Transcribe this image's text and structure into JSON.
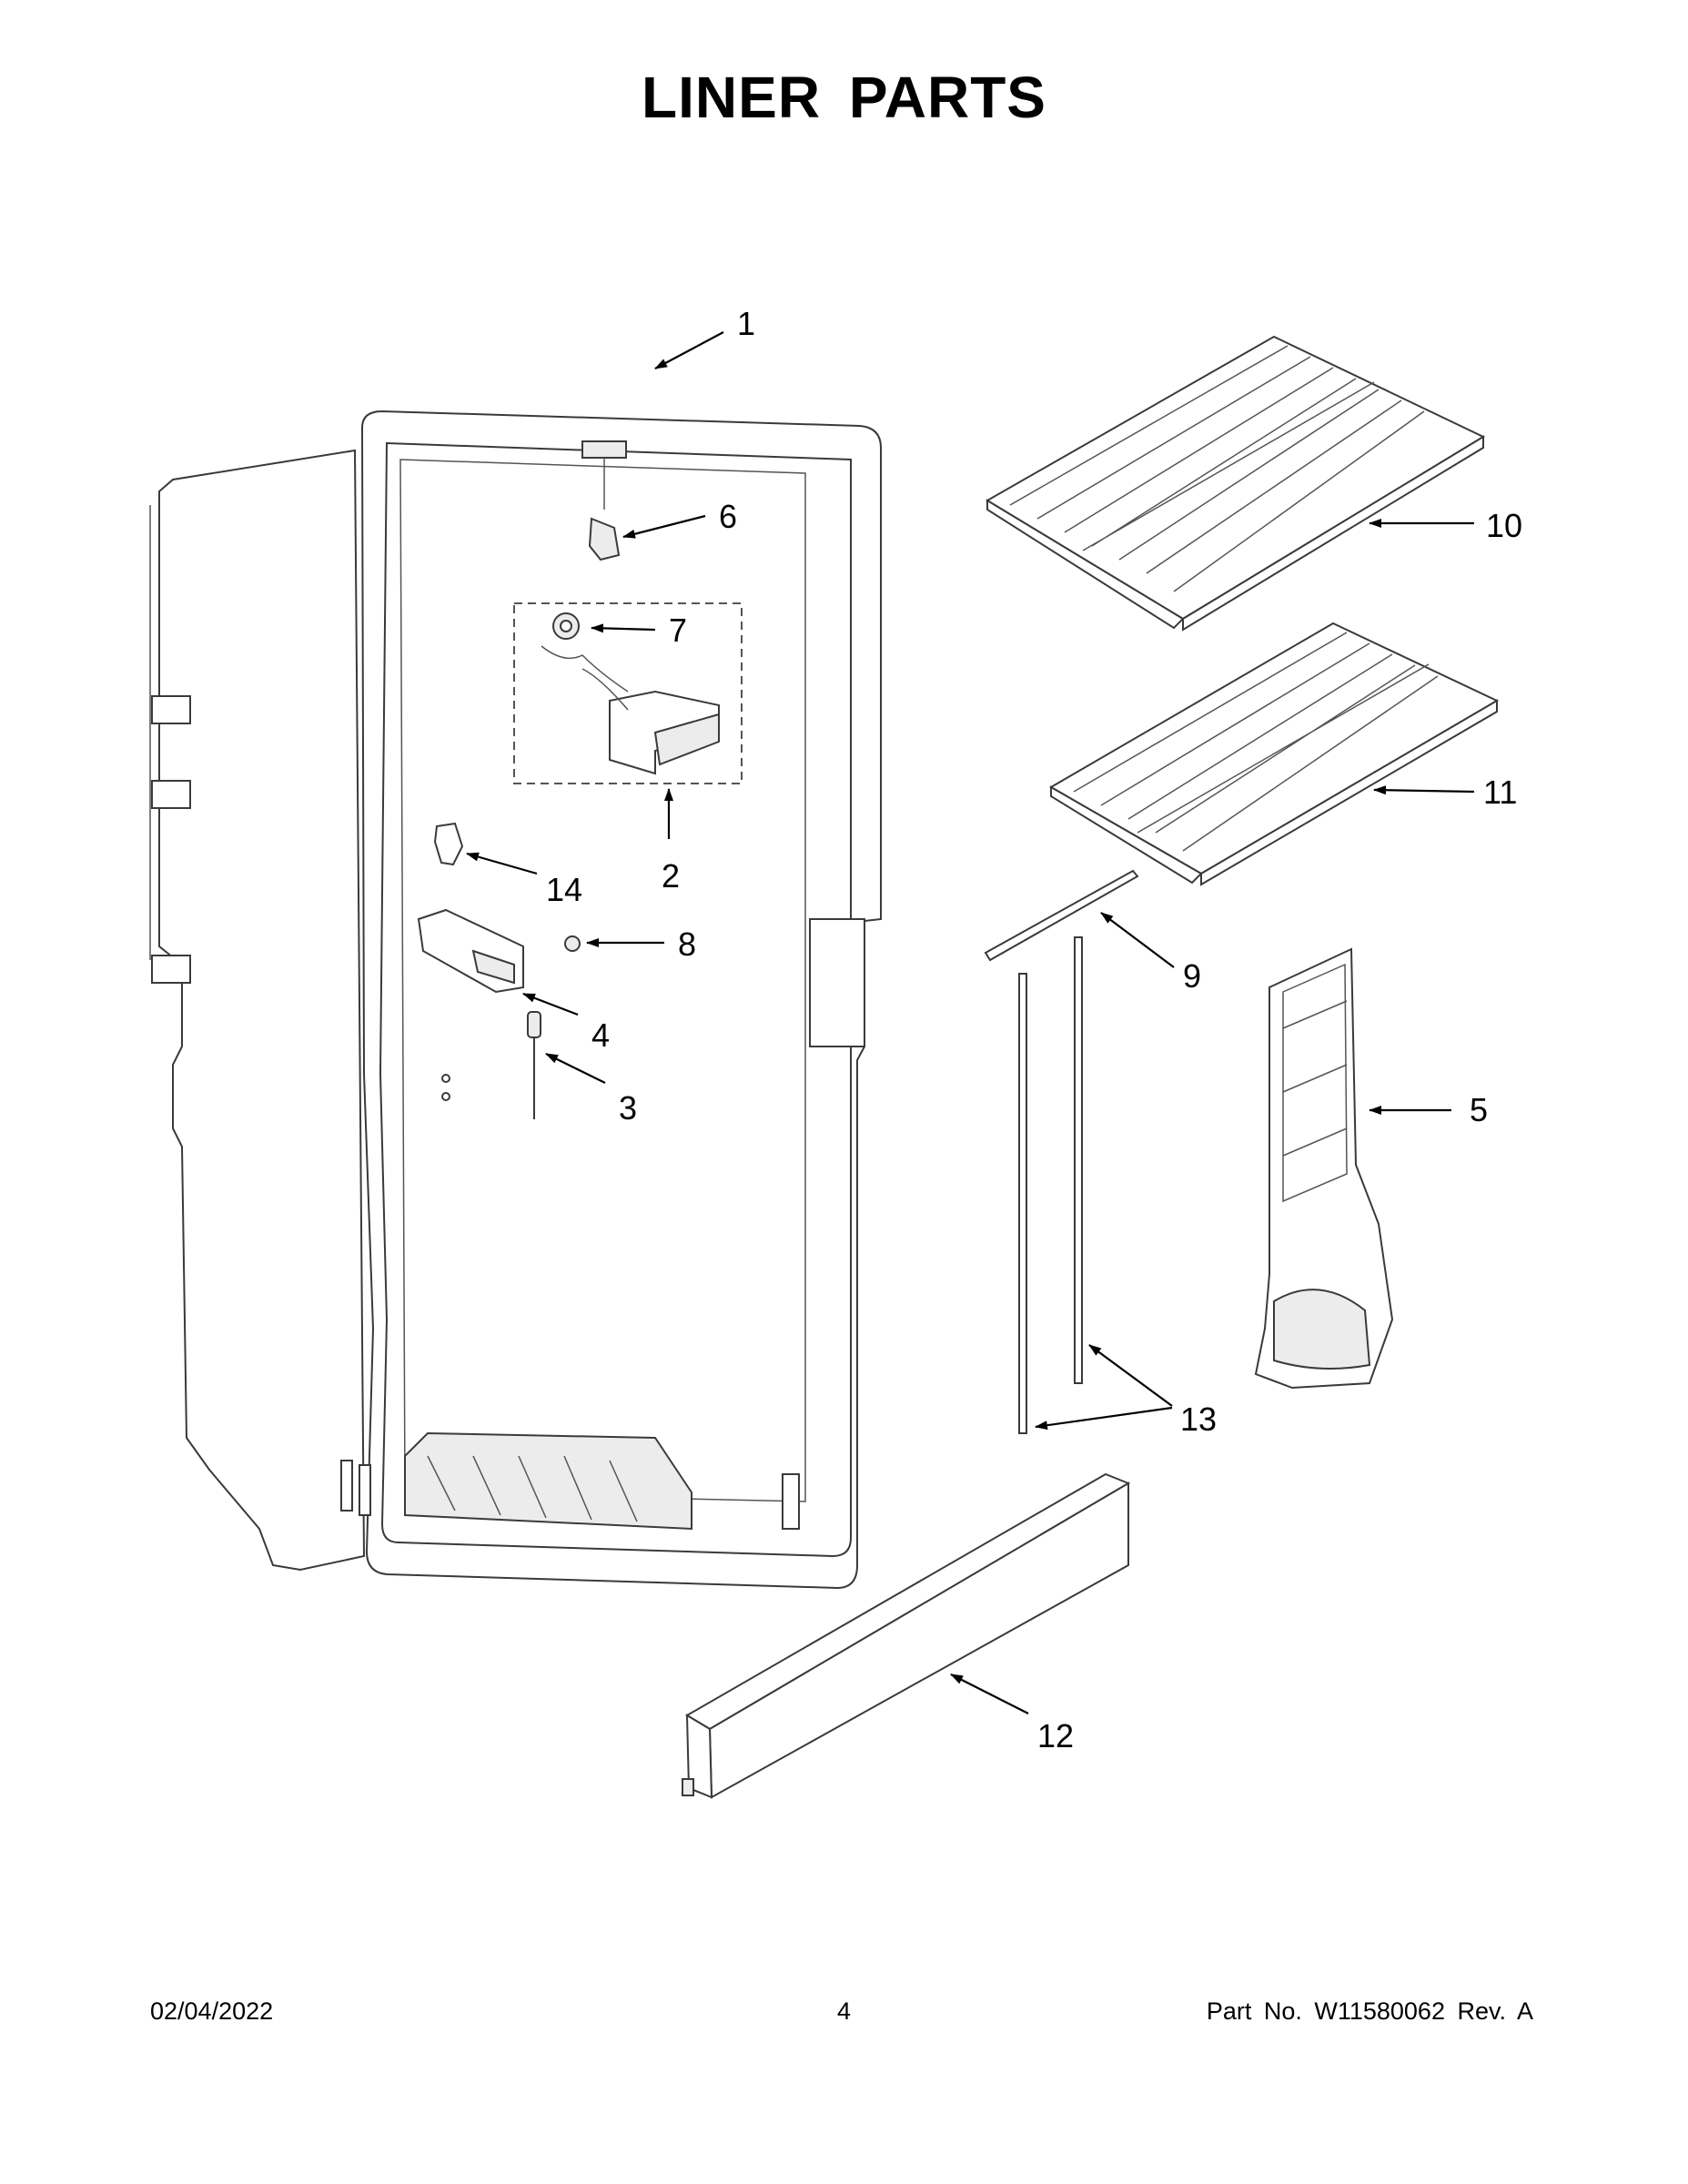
{
  "title": "LINER PARTS",
  "callouts": [
    {
      "id": "1",
      "text": "1"
    },
    {
      "id": "2",
      "text": "2"
    },
    {
      "id": "3",
      "text": "3"
    },
    {
      "id": "4",
      "text": "4"
    },
    {
      "id": "5",
      "text": "5"
    },
    {
      "id": "6",
      "text": "6"
    },
    {
      "id": "7",
      "text": "7"
    },
    {
      "id": "8",
      "text": "8"
    },
    {
      "id": "9",
      "text": "9"
    },
    {
      "id": "10",
      "text": "10"
    },
    {
      "id": "11",
      "text": "11"
    },
    {
      "id": "12",
      "text": "12"
    },
    {
      "id": "13",
      "text": "13"
    },
    {
      "id": "14",
      "text": "14"
    }
  ],
  "footer": {
    "date": "02/04/2022",
    "page": "4",
    "part_info": "Part No.  W11580062  Rev.  A"
  }
}
